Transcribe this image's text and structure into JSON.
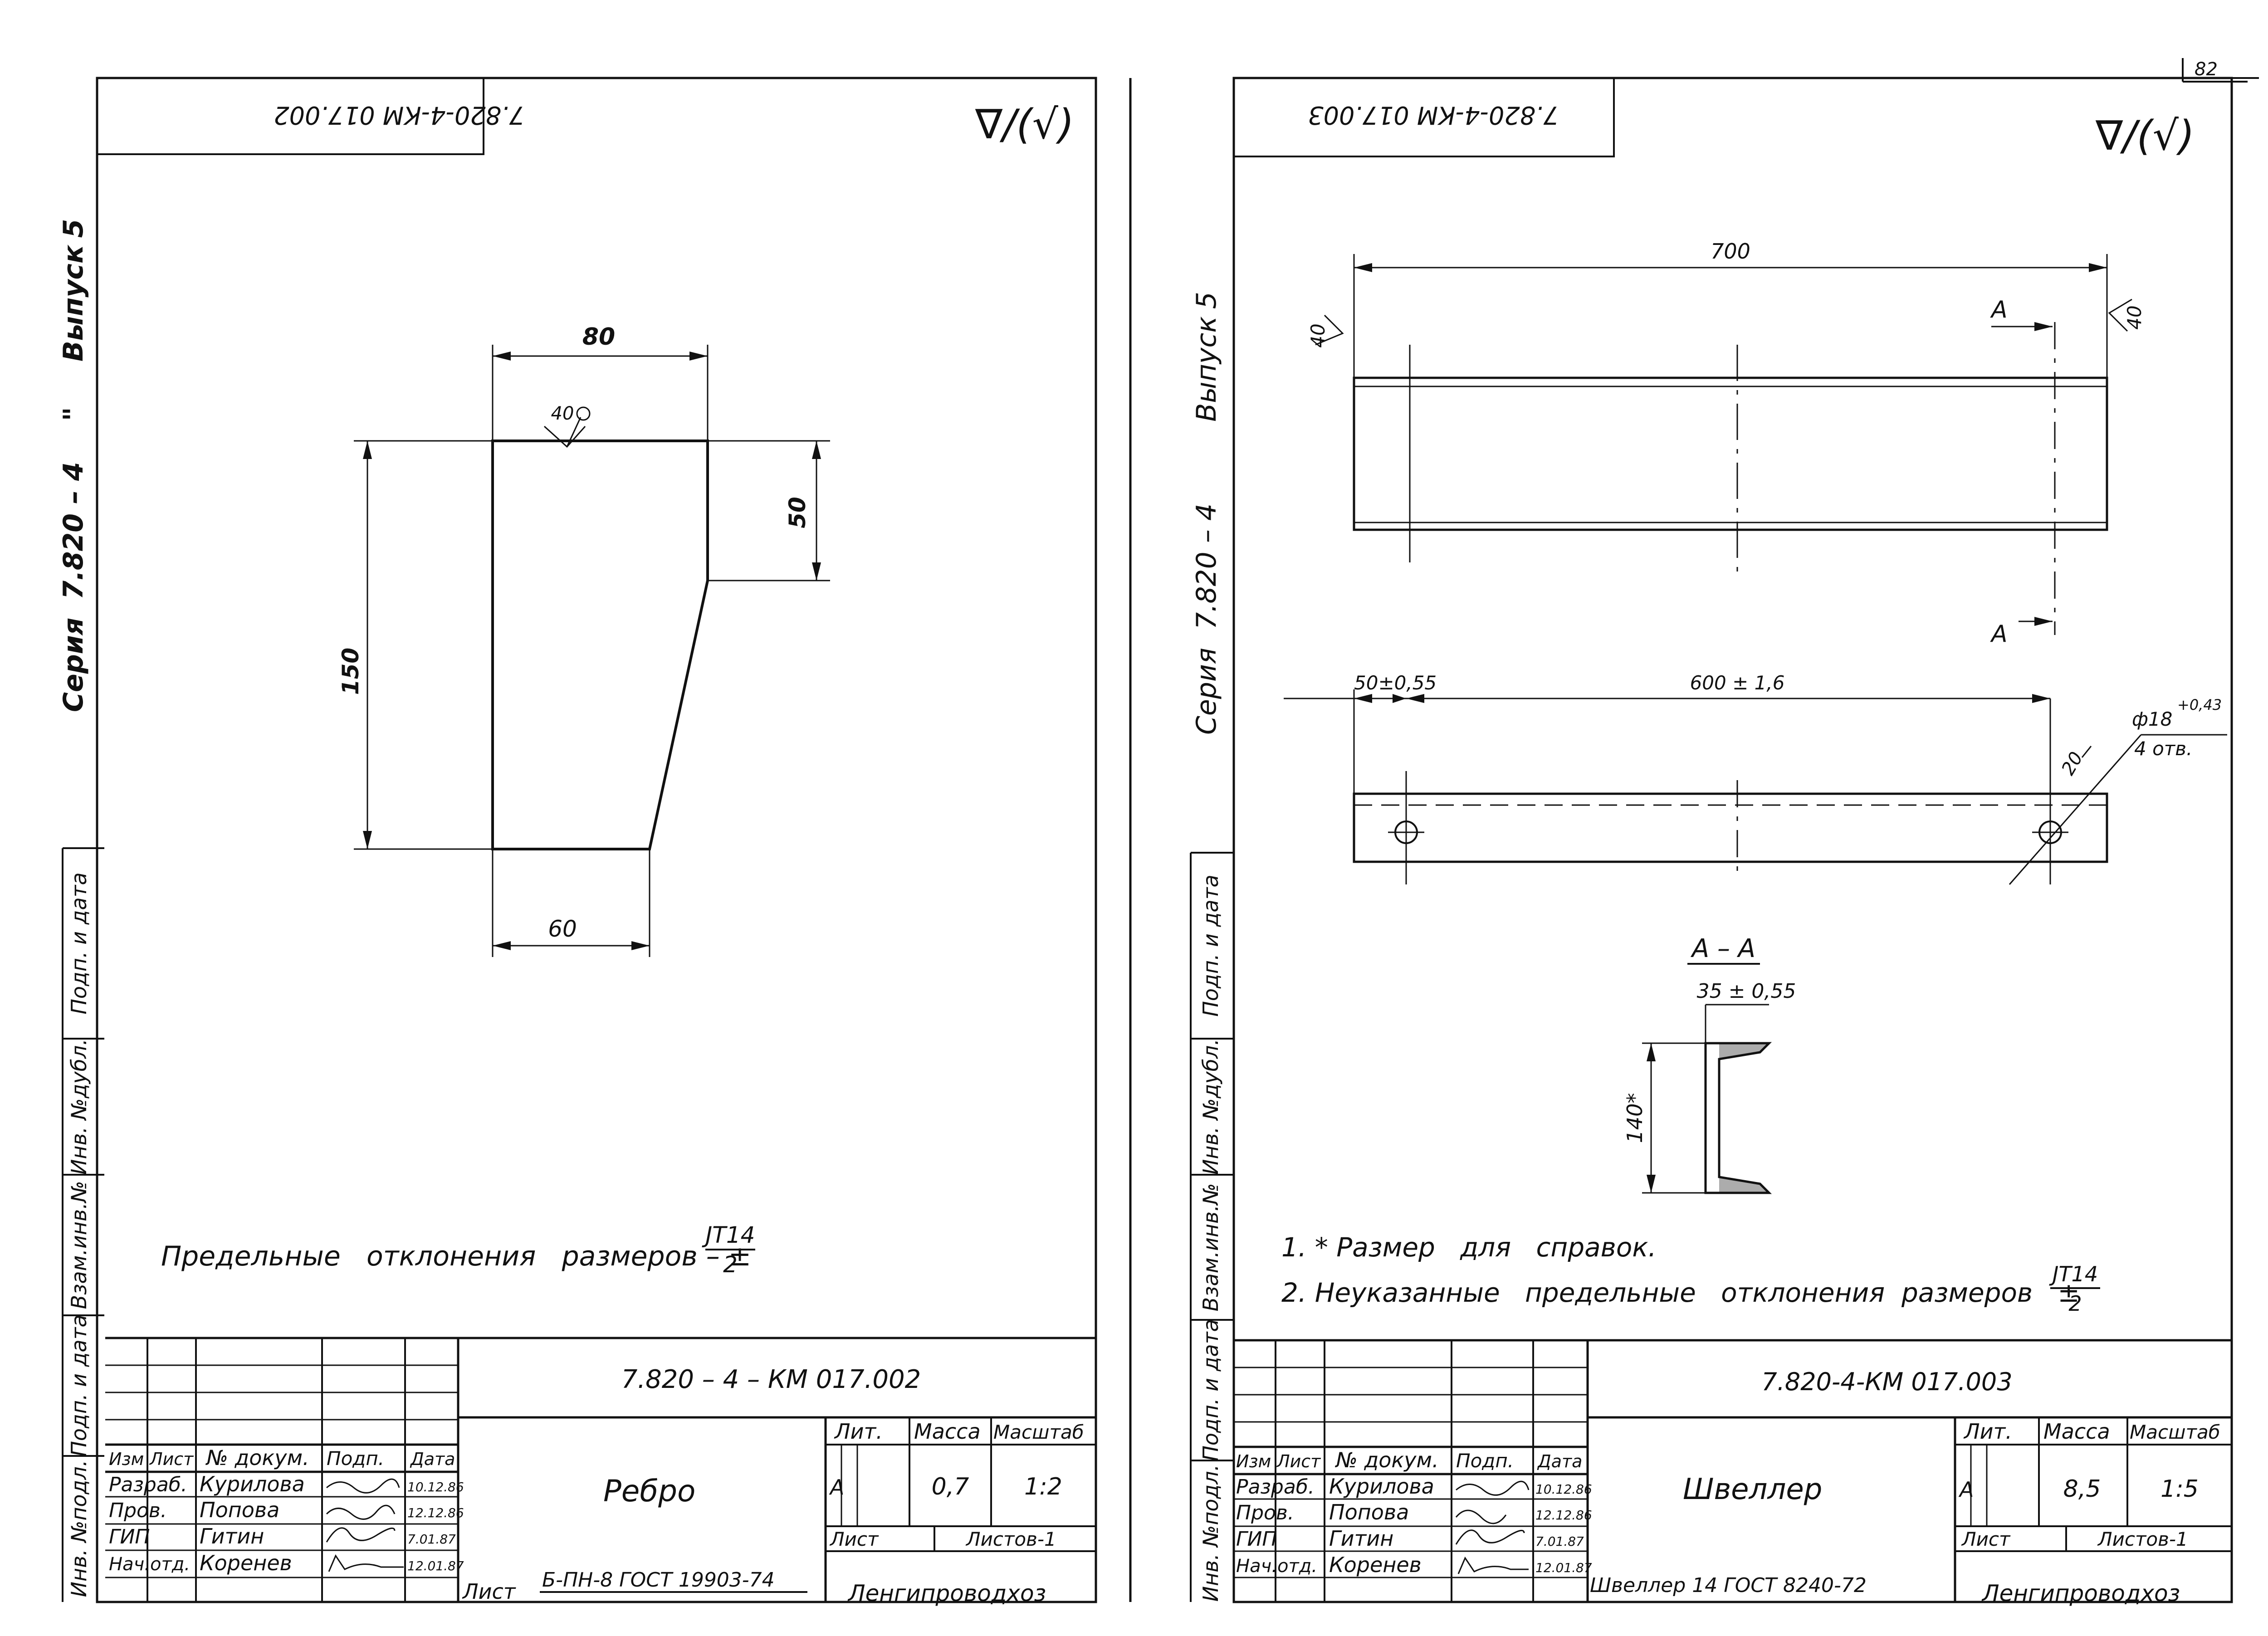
{
  "page_number": "82",
  "side_label": {
    "series": "Серия",
    "number": "7.820 – 4",
    "issue_prefix": "Выпуск",
    "issue": "5",
    "quote_mark": "\""
  },
  "left_margin_stamp": {
    "box1": "Подп. и дата",
    "box2": "Инв. №дубл.",
    "box3": "Взам.инв.№",
    "box4": "Подп. и дата",
    "box5": "Инв. №подл."
  },
  "roughness_symbol": "∇/(√)",
  "left_sheet": {
    "corner_code": "7.820-4-КМ 017.002",
    "dims": {
      "top": "80",
      "right": "50",
      "left": "150",
      "bottom": "60",
      "weld": "40"
    },
    "note": "Предельные   отклонения   размеров – ±",
    "note_frac_top": "JT14",
    "note_frac_bottom": "2",
    "title_block": {
      "code": "7.820 – 4 – КМ 017.002",
      "name": "Ребро",
      "headers": {
        "izm": "Изм",
        "list": "Лист",
        "doc": "№ докум.",
        "sign": "Подп.",
        "date": "Дата"
      },
      "rows": [
        {
          "role": "Разраб.",
          "name": "Курилова",
          "date": "10.12.86"
        },
        {
          "role": "Пров.",
          "name": "Попова",
          "date": "12.12.86"
        },
        {
          "role": "ГИП",
          "name": "Гитин",
          "date": "7.01.87"
        },
        {
          "role": "Нач.отд.",
          "name": "Коренев",
          "date": "12.01.87"
        }
      ],
      "lit_label": "Лит.",
      "mass_label": "Масса",
      "scale_label": "Масштаб",
      "lit": "А",
      "mass": "0,7",
      "scale": "1:2",
      "sheet_label": "Лист",
      "sheets_label": "Листов-1",
      "material_prefix": "Лист",
      "material": "Б-ПН-8  ГОСТ 19903-74",
      "org": "Ленгипроводхоз"
    }
  },
  "right_sheet": {
    "corner_code": "7.820-4-КМ 017.003",
    "dims": {
      "length": "700",
      "weld_left": "40",
      "weld_right": "40",
      "section_mark": "А",
      "hole_offset": "50±0,55",
      "hole_span": "600 ± 1,6",
      "hole_edge": "20",
      "hole_dia": "ф18",
      "hole_tol": "+0,43",
      "hole_count": "4 отв.",
      "section_title": "А – А",
      "flange": "35 ± 0,55",
      "height": "140*"
    },
    "notes": [
      "1. * Размер   для   справок.",
      "2. Неуказанные   предельные   отклонения  размеров   ±"
    ],
    "note_frac_top": "JT14",
    "note_frac_bottom": "2",
    "title_block": {
      "code": "7.820-4-КМ 017.003",
      "name": "Швеллер",
      "headers": {
        "izm": "Изм",
        "list": "Лист",
        "doc": "№ докум.",
        "sign": "Подп.",
        "date": "Дата"
      },
      "rows": [
        {
          "role": "Разраб.",
          "name": "Курилова",
          "date": "10.12.86"
        },
        {
          "role": "Пров.",
          "name": "Попова",
          "date": "12.12.86"
        },
        {
          "role": "ГИП",
          "name": "Гитин",
          "date": "7.01.87"
        },
        {
          "role": "Нач.отд.",
          "name": "Коренев",
          "date": "12.01.87"
        }
      ],
      "lit_label": "Лит.",
      "mass_label": "Масса",
      "scale_label": "Масштаб",
      "lit": "А",
      "mass": "8,5",
      "scale": "1:5",
      "sheet_label": "Лист",
      "sheets_label": "Листов-1",
      "material": "Швеллер 14  ГОСТ 8240-72",
      "org": "Ленгипроводхоз"
    }
  }
}
